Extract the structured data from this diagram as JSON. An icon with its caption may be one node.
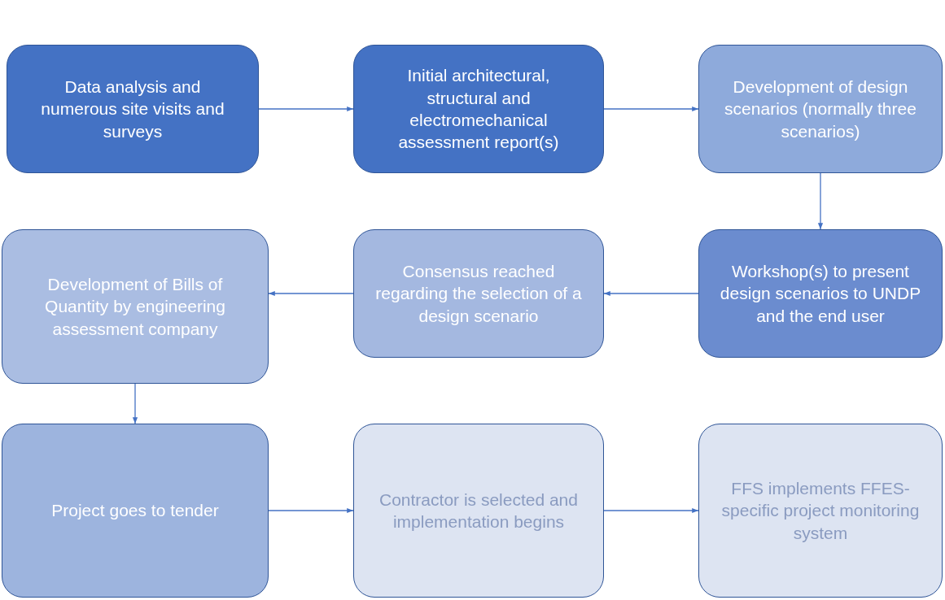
{
  "diagram": {
    "nodes": [
      {
        "text": [
          "Data analysis and numerous site visits and surveys"
        ]
      },
      {
        "text": [
          "Initial architectural, structural and electromechanical assessment report(s)"
        ]
      },
      {
        "text": [
          "Development of design scenarios (normally three scenarios)"
        ]
      },
      {
        "text": [
          "Workshop(s) to present design scenarios to UNDP and the end user"
        ]
      },
      {
        "text": [
          "Consensus reached regarding the selection of a design scenario"
        ]
      },
      {
        "text": [
          "Development of Bills of Quantity by engineering assessment company"
        ]
      },
      {
        "text": [
          "Project goes to tender"
        ]
      },
      {
        "text": [
          "Contractor is selected and implementation begins"
        ]
      },
      {
        "text": [
          "FFS implements FFES-specific project monitoring system"
        ]
      }
    ],
    "edges": [
      {
        "from": 0,
        "to": 1,
        "arrow": "to"
      },
      {
        "from": 1,
        "to": 2,
        "arrow": "to"
      },
      {
        "from": 2,
        "to": 3,
        "arrow": "to"
      },
      {
        "from": 3,
        "to": 4,
        "arrow": "to"
      },
      {
        "from": 4,
        "to": 5,
        "arrow": "to"
      },
      {
        "from": 5,
        "to": 6,
        "arrow": "to"
      },
      {
        "from": 6,
        "to": 7,
        "arrow": "to"
      },
      {
        "from": 7,
        "to": 8,
        "arrow": "to"
      }
    ]
  }
}
